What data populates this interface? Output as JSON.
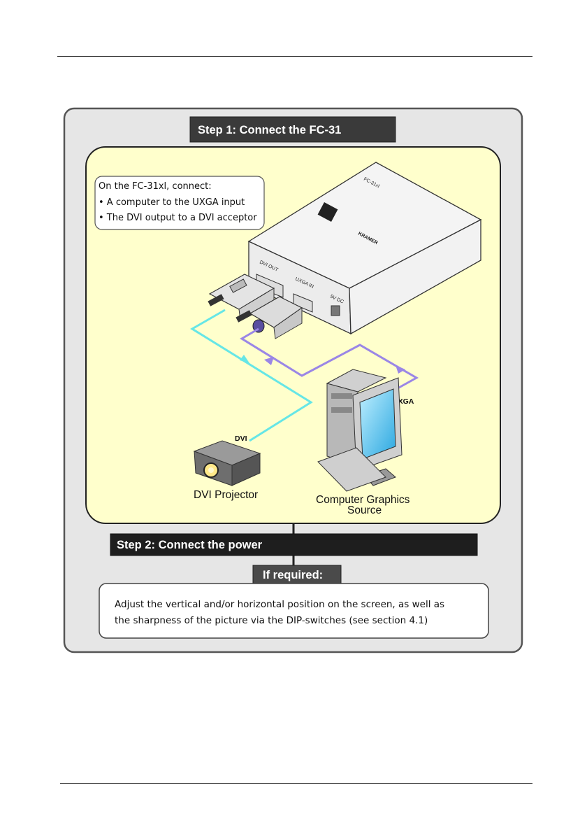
{
  "step1": {
    "title": "Step 1: Connect the FC-31"
  },
  "callout": {
    "heading": "On the FC-31xl, connect:",
    "bullets": [
      "• A computer to the UXGA input",
      "• The DVI output to a DVI acceptor"
    ]
  },
  "device": {
    "brand": "KRAMER",
    "model": "FC-31xl",
    "ports": [
      "DVI OUT",
      "UXGA IN",
      "5V DC"
    ]
  },
  "cables": {
    "dvi": "DVI",
    "uxga": "UXGA"
  },
  "labels": {
    "projector": "DVI Projector",
    "computer_line1": "Computer Graphics",
    "computer_line2": "Source"
  },
  "step2": {
    "title": "Step 2: Connect the power"
  },
  "required": {
    "title": "If required:",
    "line1": "Adjust the vertical and/or horizontal position on the screen, as well as",
    "line2": "the sharpness of the picture via the DIP-switches (see section 4.1)"
  },
  "colors": {
    "panel_bg": "#ffffcc",
    "outer_bg": "#e6e6e6",
    "dvi_cable": "#66e6e6",
    "uxga_cable": "#9a86e6",
    "banner": "#3a3a3a"
  }
}
